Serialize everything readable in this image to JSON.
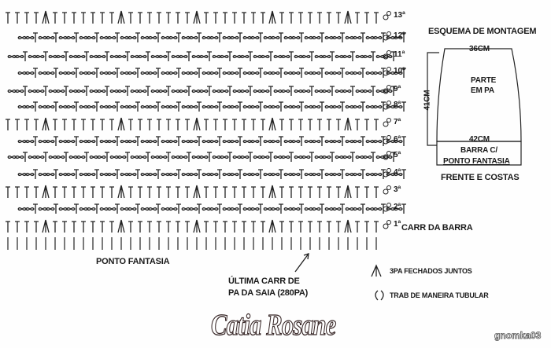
{
  "rows": [
    {
      "label": "13ª",
      "type": "fan"
    },
    {
      "label": "12ª",
      "type": "loop"
    },
    {
      "label": "11ª",
      "type": "loop"
    },
    {
      "label": "10ª",
      "type": "loop"
    },
    {
      "label": "9ª",
      "type": "loop"
    },
    {
      "label": "8ª",
      "type": "loop"
    },
    {
      "label": "7ª",
      "type": "fan"
    },
    {
      "label": "6ª",
      "type": "loop"
    },
    {
      "label": "5ª",
      "type": "loop"
    },
    {
      "label": "4ª",
      "type": "loop"
    },
    {
      "label": "3ª",
      "type": "fan"
    },
    {
      "label": "2ª",
      "type": "loop"
    },
    {
      "label": "1ª",
      "type": "fan"
    }
  ],
  "first_row_note": "CARR DA BARRA",
  "stitch_label": "PONTO FANTASIA",
  "last_row_note": [
    "ÚLTIMA CARR DE",
    "PA DA SAIA (280PA)"
  ],
  "schema": {
    "title": "ESQUEMA DE MONTAGEM",
    "top_width": "36CM",
    "height": "41CM",
    "body_label": [
      "PARTE",
      "EM PA"
    ],
    "bottom_width": "42CM",
    "band_label": [
      "BARRA C/",
      "PONTO FANTASIA"
    ],
    "caption": "FRENTE E COSTAS"
  },
  "legend": [
    {
      "icon": "three-dc-together-icon",
      "label": "3PA FECHADOS JUNTOS"
    },
    {
      "icon": "work-in-round-icon",
      "label": "TRAB DE MANEIRA TUBULAR"
    }
  ],
  "signature": "Catia Rosane",
  "watermark": "gnomka03"
}
